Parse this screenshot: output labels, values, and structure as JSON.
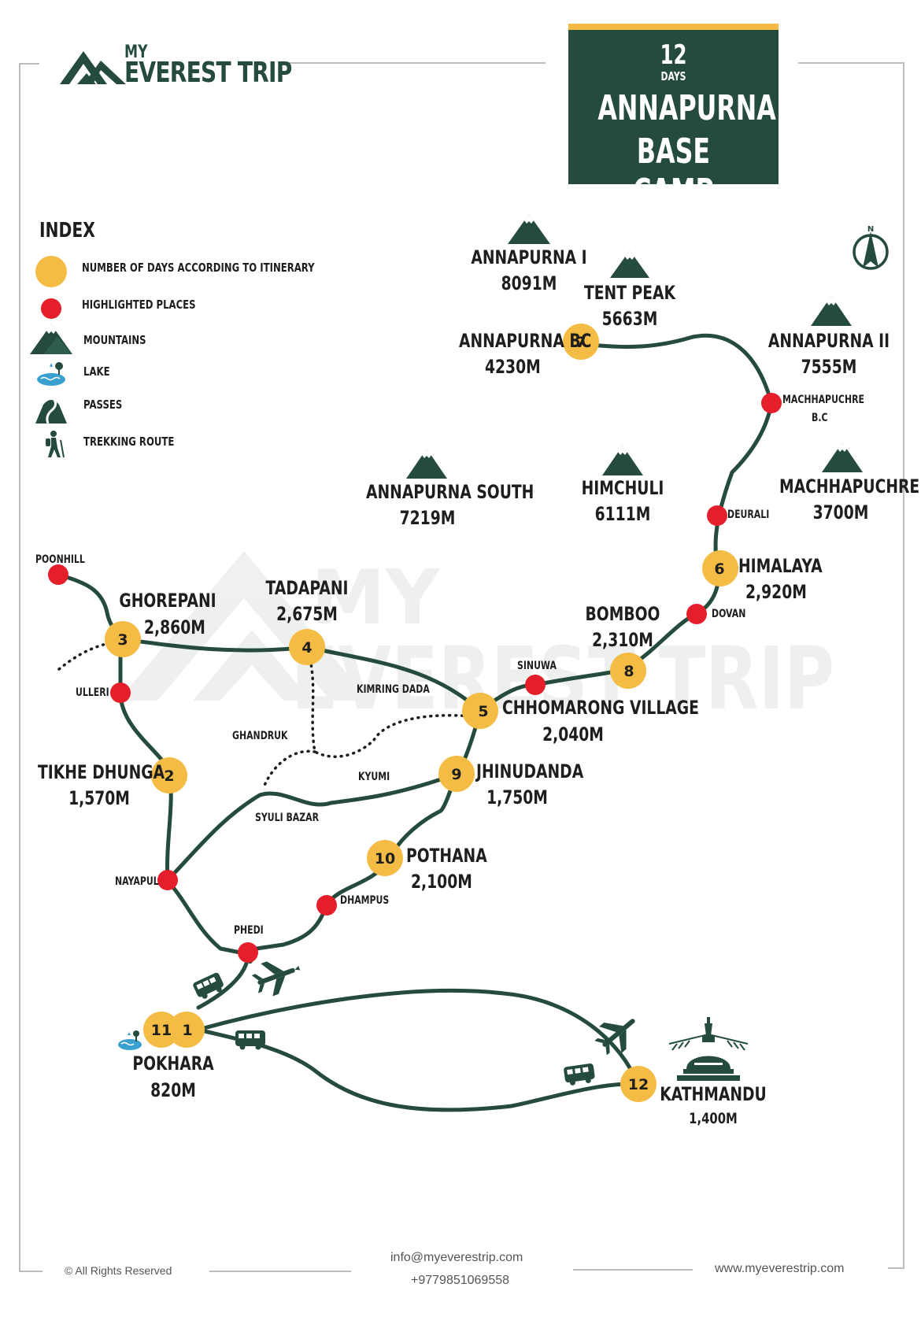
{
  "brand": {
    "line1": "MY",
    "line2": "EVEREST TRIP",
    "watermark_line1": "MY",
    "watermark_line2": "EVEREST TRIP"
  },
  "title": {
    "days_number": "12",
    "days_label": "DAYS",
    "line1": "ANNAPURNA",
    "line2": "BASE CAMP"
  },
  "compass": {
    "label": "N"
  },
  "index": {
    "heading": "INDEX",
    "items": [
      {
        "icon": "yellow-circle-icon",
        "label": "NUMBER OF DAYS ACCORDING TO ITINERARY"
      },
      {
        "icon": "red-circle-icon",
        "label": "HIGHLIGHTED PLACES"
      },
      {
        "icon": "mountain-icon",
        "label": "MOUNTAINS"
      },
      {
        "icon": "lake-icon",
        "label": "LAKE"
      },
      {
        "icon": "pass-icon",
        "label": "PASSES"
      },
      {
        "icon": "hiker-icon",
        "label": "TREKKING ROUTE"
      }
    ]
  },
  "mountains": [
    {
      "name": "ANNAPURNA I",
      "altitude": "8091M"
    },
    {
      "name": "TENT PEAK",
      "altitude": "5663M"
    },
    {
      "name": "ANNAPURNA II",
      "altitude": "7555M"
    },
    {
      "name": "ANNAPURNA SOUTH",
      "altitude": "7219M"
    },
    {
      "name": "HIMCHULI",
      "altitude": "6111M"
    },
    {
      "name": "MACHHAPUCHRE",
      "altitude": "3700M"
    }
  ],
  "stops": [
    {
      "day": "1",
      "name": "POKHARA",
      "altitude": "820M"
    },
    {
      "day": "2",
      "name": "TIKHE DHUNGA",
      "altitude": "1,570M"
    },
    {
      "day": "3",
      "name": "GHOREPANI",
      "altitude": "2,860M"
    },
    {
      "day": "4",
      "name": "TADAPANI",
      "altitude": "2,675M"
    },
    {
      "day": "5",
      "name": "CHHOMARONG VILLAGE",
      "altitude": "2,040M"
    },
    {
      "day": "6",
      "name": "HIMALAYA",
      "altitude": "2,920M"
    },
    {
      "day": "7",
      "name": "ANNAPURNA BC",
      "altitude": "4230M"
    },
    {
      "day": "8",
      "name": "BOMBOO",
      "altitude": "2,310M"
    },
    {
      "day": "9",
      "name": "JHINUDANDA",
      "altitude": "1,750M"
    },
    {
      "day": "10",
      "name": "POTHANA",
      "altitude": "2,100M"
    },
    {
      "day": "11",
      "name": "POKHARA",
      "altitude": "820M"
    },
    {
      "day": "12",
      "name": "KATHMANDU",
      "altitude": "1,400M"
    }
  ],
  "places": {
    "poonhill": "POONHILL",
    "ulleri": "ULLERI",
    "nayapul": "NAYAPUL",
    "phedi": "PHEDI",
    "dhampus": "DHAMPUS",
    "sinuwa": "SINUWA",
    "dovan": "DOVAN",
    "deurali": "DEURALI",
    "mbc_line1": "MACHHAPUCHRE",
    "mbc_line2": "B.C",
    "kimring_dada": "KIMRING DADA",
    "ghandruk": "GHANDRUK",
    "kyumi": "KYUMI",
    "syuli_bazar": "SYULI BAZAR"
  },
  "footer": {
    "copyright": "© All Rights Reserved",
    "email": "info@myeverestrip.com",
    "phone": "+9779851069558",
    "website": "www.myeverestrip.com"
  },
  "colors": {
    "route": "#244b3c",
    "day_marker": "#f4bc44",
    "highlight": "#e41e2b",
    "mountain": "#244b3c",
    "frame": "#bdbdbd"
  }
}
